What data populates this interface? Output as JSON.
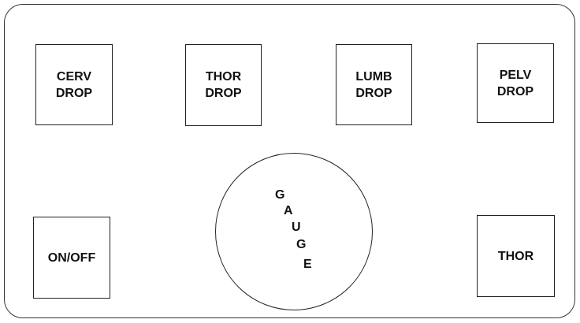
{
  "buttons": {
    "cerv_drop": {
      "line1": "CERV",
      "line2": "DROP"
    },
    "thor_drop": {
      "line1": "THOR",
      "line2": "DROP"
    },
    "lumb_drop": {
      "line1": "LUMB",
      "line2": "DROP"
    },
    "pelv_drop": {
      "line1": "PELV",
      "line2": "DROP"
    },
    "on_off": {
      "label": "ON/OFF"
    },
    "thor": {
      "label": "THOR"
    }
  },
  "gauge": {
    "letters": [
      "G",
      "A",
      "U",
      "G",
      "E"
    ]
  }
}
